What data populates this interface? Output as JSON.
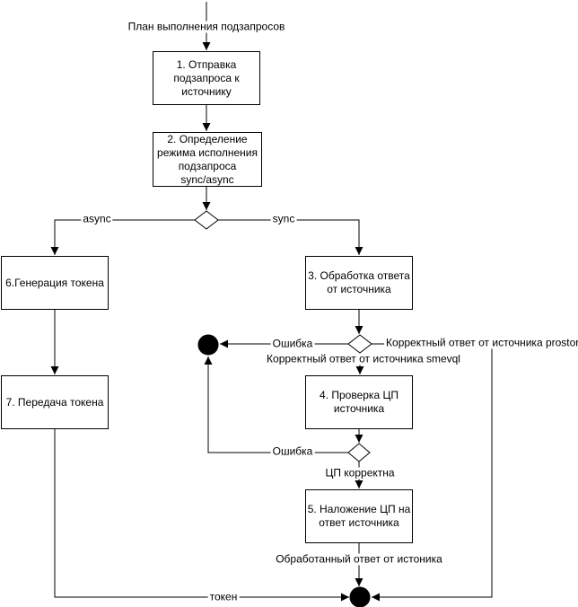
{
  "diagram_title": "План выполнения подзапросов (activity diagram)",
  "colors": {
    "stroke": "#000000",
    "text": "#000000",
    "node_fill": "#ffffff",
    "end_node_fill": "#000000"
  },
  "nodes": {
    "step1": "1. Отправка\nподзапроса к\nисточнику",
    "step2": "2. Определение\nрежима исполнения\nподзапроса\nsync/async",
    "step3": "3. Обработка ответа\nот источника",
    "step4": "4. Проверка ЦП\nисточника",
    "step5": "5. Наложение ЦП на\nответ источника",
    "step6": "6.Генерация токена",
    "step7": "7. Передача токена"
  },
  "edge_labels": {
    "plan": "План выполнения подзапросов",
    "async_branch": "async",
    "sync_branch": "sync",
    "error_top": "Ошибка",
    "prostore": "Корректный ответ от источника prostore",
    "smevql": "Корректный ответ от источника smevql",
    "error_bottom": "Ошибка",
    "cp_ok": "ЦП корректна",
    "processed": "Обработанный ответ от истоника",
    "token": "токен"
  }
}
